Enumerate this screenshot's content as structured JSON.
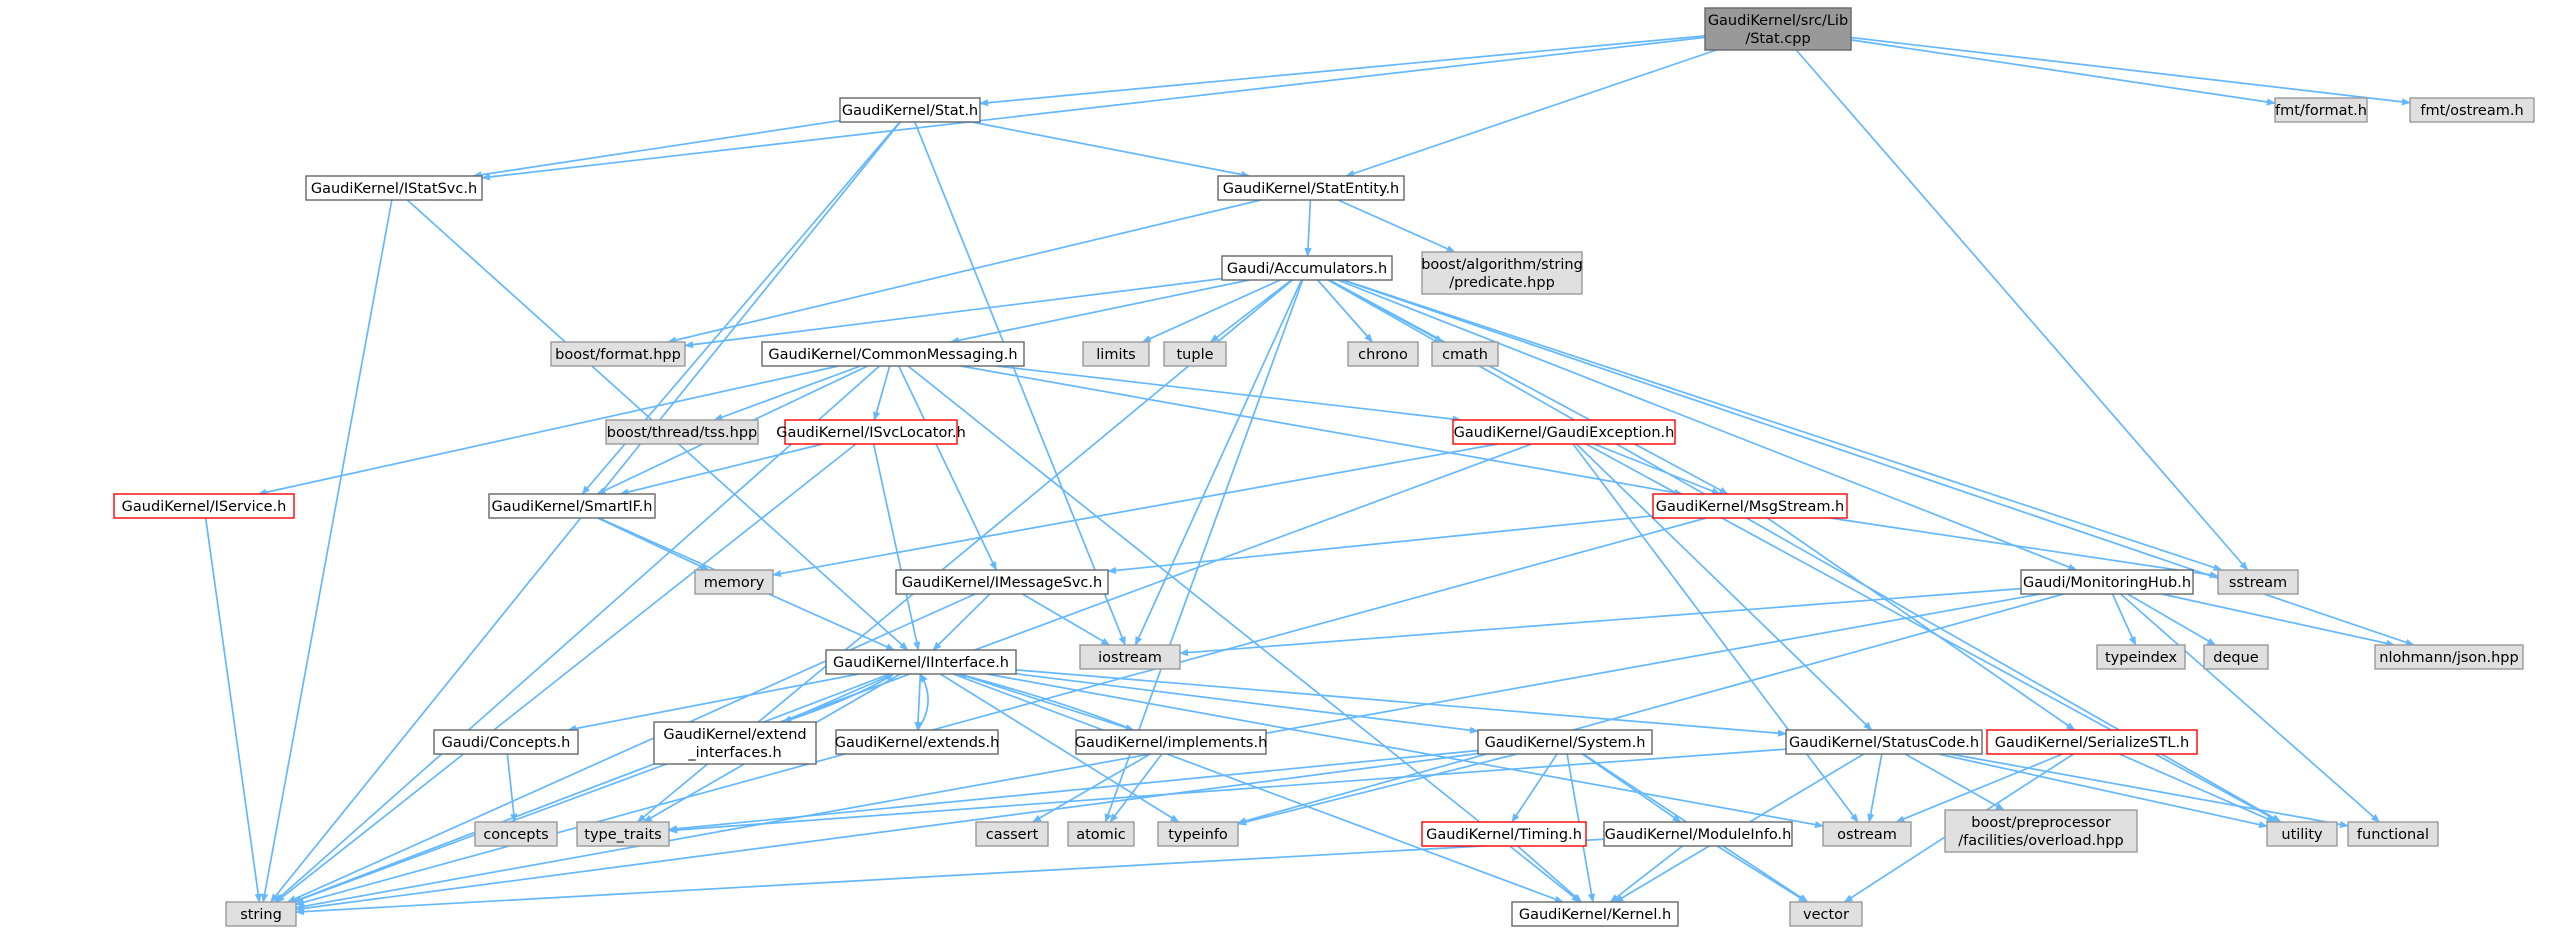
{
  "title": "",
  "colors": {
    "edge": "#63b8ff",
    "node_fill_default": "#ffffff",
    "node_border_default": "#666666",
    "node_fill_system": "#e0e0e0",
    "node_border_system": "#999999",
    "node_fill_root": "#999999",
    "node_border_root": "#666666",
    "node_border_truncated": "#ff0000"
  },
  "nodes": [
    {
      "id": "root",
      "lines": [
        "GaudiKernel/src/Lib",
        "/Stat.cpp"
      ],
      "kind": "root"
    },
    {
      "id": "stat_h",
      "lines": [
        "GaudiKernel/Stat.h"
      ],
      "kind": "file"
    },
    {
      "id": "fmt_format",
      "lines": [
        "fmt/format.h"
      ],
      "kind": "system"
    },
    {
      "id": "fmt_ostream",
      "lines": [
        "fmt/ostream.h"
      ],
      "kind": "system"
    },
    {
      "id": "istatsvc",
      "lines": [
        "GaudiKernel/IStatSvc.h"
      ],
      "kind": "file"
    },
    {
      "id": "statentity",
      "lines": [
        "GaudiKernel/StatEntity.h"
      ],
      "kind": "file"
    },
    {
      "id": "boost_pred",
      "lines": [
        "boost/algorithm/string",
        "/predicate.hpp"
      ],
      "kind": "system"
    },
    {
      "id": "accumulators",
      "lines": [
        "Gaudi/Accumulators.h"
      ],
      "kind": "file"
    },
    {
      "id": "boost_format",
      "lines": [
        "boost/format.hpp"
      ],
      "kind": "system"
    },
    {
      "id": "commonmsg",
      "lines": [
        "GaudiKernel/CommonMessaging.h"
      ],
      "kind": "file"
    },
    {
      "id": "limits",
      "lines": [
        "limits"
      ],
      "kind": "system"
    },
    {
      "id": "tuple",
      "lines": [
        "tuple"
      ],
      "kind": "system"
    },
    {
      "id": "chrono",
      "lines": [
        "chrono"
      ],
      "kind": "system"
    },
    {
      "id": "cmath",
      "lines": [
        "cmath"
      ],
      "kind": "system"
    },
    {
      "id": "boost_tss",
      "lines": [
        "boost/thread/tss.hpp"
      ],
      "kind": "system"
    },
    {
      "id": "isvclocator",
      "lines": [
        "GaudiKernel/ISvcLocator.h"
      ],
      "kind": "truncated"
    },
    {
      "id": "gaudiexc",
      "lines": [
        "GaudiKernel/GaudiException.h"
      ],
      "kind": "truncated"
    },
    {
      "id": "iservice",
      "lines": [
        "GaudiKernel/IService.h"
      ],
      "kind": "truncated"
    },
    {
      "id": "smartif",
      "lines": [
        "GaudiKernel/SmartIF.h"
      ],
      "kind": "file"
    },
    {
      "id": "msgstream",
      "lines": [
        "GaudiKernel/MsgStream.h"
      ],
      "kind": "truncated"
    },
    {
      "id": "memory",
      "lines": [
        "memory"
      ],
      "kind": "system"
    },
    {
      "id": "imessagesvc",
      "lines": [
        "GaudiKernel/IMessageSvc.h"
      ],
      "kind": "file"
    },
    {
      "id": "sstream",
      "lines": [
        "sstream"
      ],
      "kind": "system"
    },
    {
      "id": "monhub",
      "lines": [
        "Gaudi/MonitoringHub.h"
      ],
      "kind": "file"
    },
    {
      "id": "iinterface",
      "lines": [
        "GaudiKernel/IInterface.h"
      ],
      "kind": "file"
    },
    {
      "id": "iostream",
      "lines": [
        "iostream"
      ],
      "kind": "system"
    },
    {
      "id": "typeindex",
      "lines": [
        "typeindex"
      ],
      "kind": "system"
    },
    {
      "id": "deque",
      "lines": [
        "deque"
      ],
      "kind": "system"
    },
    {
      "id": "nlohmann",
      "lines": [
        "nlohmann/json.hpp"
      ],
      "kind": "system"
    },
    {
      "id": "concepts_h",
      "lines": [
        "Gaudi/Concepts.h"
      ],
      "kind": "file"
    },
    {
      "id": "extend_if",
      "lines": [
        "GaudiKernel/extend",
        "_interfaces.h"
      ],
      "kind": "file"
    },
    {
      "id": "extends",
      "lines": [
        "GaudiKernel/extends.h"
      ],
      "kind": "file"
    },
    {
      "id": "implements",
      "lines": [
        "GaudiKernel/implements.h"
      ],
      "kind": "file"
    },
    {
      "id": "system_h",
      "lines": [
        "GaudiKernel/System.h"
      ],
      "kind": "file"
    },
    {
      "id": "statuscode",
      "lines": [
        "GaudiKernel/StatusCode.h"
      ],
      "kind": "file"
    },
    {
      "id": "serializestl",
      "lines": [
        "GaudiKernel/SerializeSTL.h"
      ],
      "kind": "truncated"
    },
    {
      "id": "concepts",
      "lines": [
        "concepts"
      ],
      "kind": "system"
    },
    {
      "id": "type_traits",
      "lines": [
        "type_traits"
      ],
      "kind": "system"
    },
    {
      "id": "cassert",
      "lines": [
        "cassert"
      ],
      "kind": "system"
    },
    {
      "id": "atomic",
      "lines": [
        "atomic"
      ],
      "kind": "system"
    },
    {
      "id": "typeinfo",
      "lines": [
        "typeinfo"
      ],
      "kind": "system"
    },
    {
      "id": "timing",
      "lines": [
        "GaudiKernel/Timing.h"
      ],
      "kind": "truncated"
    },
    {
      "id": "moduleinfo",
      "lines": [
        "GaudiKernel/ModuleInfo.h"
      ],
      "kind": "file"
    },
    {
      "id": "ostream",
      "lines": [
        "ostream"
      ],
      "kind": "system"
    },
    {
      "id": "boost_overload",
      "lines": [
        "boost/preprocessor",
        "/facilities/overload.hpp"
      ],
      "kind": "system"
    },
    {
      "id": "utility",
      "lines": [
        "utility"
      ],
      "kind": "system"
    },
    {
      "id": "functional",
      "lines": [
        "functional"
      ],
      "kind": "system"
    },
    {
      "id": "string",
      "lines": [
        "string"
      ],
      "kind": "system"
    },
    {
      "id": "kernel",
      "lines": [
        "GaudiKernel/Kernel.h"
      ],
      "kind": "file"
    },
    {
      "id": "vector",
      "lines": [
        "vector"
      ],
      "kind": "system"
    }
  ],
  "edges": [
    [
      "root",
      "stat_h"
    ],
    [
      "root",
      "fmt_format"
    ],
    [
      "root",
      "fmt_ostream"
    ],
    [
      "root",
      "istatsvc"
    ],
    [
      "root",
      "statentity"
    ],
    [
      "root",
      "sstream"
    ],
    [
      "stat_h",
      "istatsvc"
    ],
    [
      "stat_h",
      "statentity"
    ],
    [
      "stat_h",
      "string"
    ],
    [
      "stat_h",
      "smartif"
    ],
    [
      "stat_h",
      "iostream"
    ],
    [
      "istatsvc",
      "string"
    ],
    [
      "istatsvc",
      "iinterface"
    ],
    [
      "statentity",
      "boost_pred"
    ],
    [
      "statentity",
      "accumulators"
    ],
    [
      "statentity",
      "boost_format"
    ],
    [
      "accumulators",
      "boost_format"
    ],
    [
      "accumulators",
      "commonmsg"
    ],
    [
      "accumulators",
      "limits"
    ],
    [
      "accumulators",
      "tuple"
    ],
    [
      "accumulators",
      "chrono"
    ],
    [
      "accumulators",
      "cmath"
    ],
    [
      "accumulators",
      "msgstream"
    ],
    [
      "accumulators",
      "sstream"
    ],
    [
      "accumulators",
      "monhub"
    ],
    [
      "accumulators",
      "nlohmann"
    ],
    [
      "accumulators",
      "iostream"
    ],
    [
      "accumulators",
      "type_traits"
    ],
    [
      "accumulators",
      "atomic"
    ],
    [
      "accumulators",
      "utility"
    ],
    [
      "commonmsg",
      "iservice"
    ],
    [
      "commonmsg",
      "smartif"
    ],
    [
      "commonmsg",
      "boost_tss"
    ],
    [
      "commonmsg",
      "isvclocator"
    ],
    [
      "commonmsg",
      "imessagesvc"
    ],
    [
      "commonmsg",
      "gaudiexc"
    ],
    [
      "commonmsg",
      "msgstream"
    ],
    [
      "commonmsg",
      "string"
    ],
    [
      "commonmsg",
      "kernel"
    ],
    [
      "isvclocator",
      "smartif"
    ],
    [
      "isvclocator",
      "iinterface"
    ],
    [
      "isvclocator",
      "string"
    ],
    [
      "gaudiexc",
      "msgstream"
    ],
    [
      "gaudiexc",
      "memory"
    ],
    [
      "gaudiexc",
      "string"
    ],
    [
      "gaudiexc",
      "statuscode"
    ],
    [
      "gaudiexc",
      "ostream"
    ],
    [
      "gaudiexc",
      "utility"
    ],
    [
      "iservice",
      "string"
    ],
    [
      "smartif",
      "memory"
    ],
    [
      "smartif",
      "iinterface"
    ],
    [
      "msgstream",
      "imessagesvc"
    ],
    [
      "msgstream",
      "sstream"
    ],
    [
      "msgstream",
      "string"
    ],
    [
      "msgstream",
      "serializestl"
    ],
    [
      "imessagesvc",
      "iinterface"
    ],
    [
      "imessagesvc",
      "iostream"
    ],
    [
      "imessagesvc",
      "string"
    ],
    [
      "monhub",
      "iostream"
    ],
    [
      "monhub",
      "typeindex"
    ],
    [
      "monhub",
      "deque"
    ],
    [
      "monhub",
      "nlohmann"
    ],
    [
      "monhub",
      "functional"
    ],
    [
      "monhub",
      "typeinfo"
    ],
    [
      "monhub",
      "string"
    ],
    [
      "iinterface",
      "concepts_h"
    ],
    [
      "iinterface",
      "extend_if"
    ],
    [
      "iinterface",
      "extends"
    ],
    [
      "iinterface",
      "implements"
    ],
    [
      "iinterface",
      "system_h"
    ],
    [
      "iinterface",
      "statuscode"
    ],
    [
      "iinterface",
      "type_traits"
    ],
    [
      "iinterface",
      "typeinfo"
    ],
    [
      "iinterface",
      "ostream"
    ],
    [
      "iinterface",
      "string"
    ],
    [
      "iinterface",
      "kernel"
    ],
    [
      "extend_if",
      "iinterface"
    ],
    [
      "extends",
      "iinterface"
    ],
    [
      "implements",
      "iinterface"
    ],
    [
      "implements",
      "cassert"
    ],
    [
      "implements",
      "atomic"
    ],
    [
      "concepts_h",
      "concepts"
    ],
    [
      "system_h",
      "timing"
    ],
    [
      "system_h",
      "moduleinfo"
    ],
    [
      "system_h",
      "string"
    ],
    [
      "system_h",
      "typeinfo"
    ],
    [
      "system_h",
      "vector"
    ],
    [
      "system_h",
      "kernel"
    ],
    [
      "system_h",
      "type_traits"
    ],
    [
      "statuscode",
      "ostream"
    ],
    [
      "statuscode",
      "boost_overload"
    ],
    [
      "statuscode",
      "utility"
    ],
    [
      "statuscode",
      "functional"
    ],
    [
      "statuscode",
      "type_traits"
    ],
    [
      "statuscode",
      "kernel"
    ],
    [
      "serializestl",
      "ostream"
    ],
    [
      "serializestl",
      "utility"
    ],
    [
      "serializestl",
      "vector"
    ],
    [
      "timing",
      "kernel"
    ],
    [
      "moduleinfo",
      "kernel"
    ],
    [
      "moduleinfo",
      "string"
    ],
    [
      "moduleinfo",
      "vector"
    ]
  ]
}
